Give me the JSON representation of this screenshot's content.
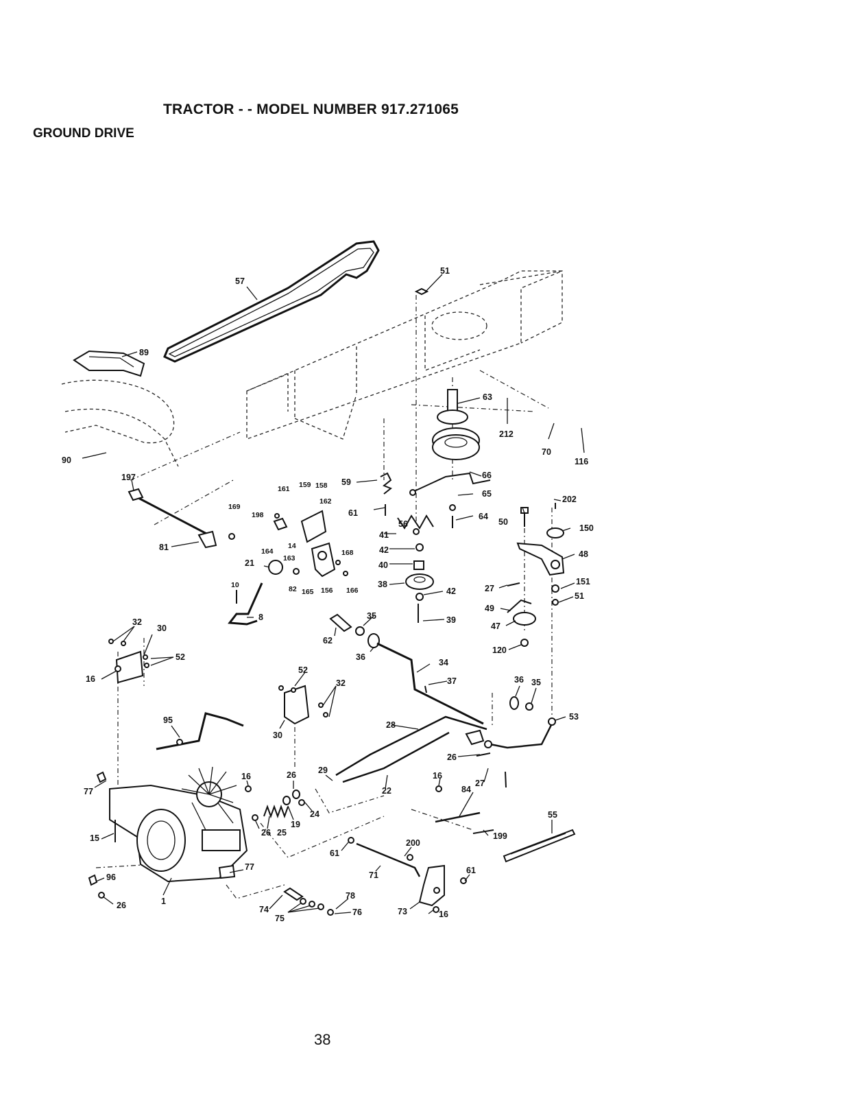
{
  "header": {
    "title": "TRACTOR - - MODEL NUMBER 917.271065",
    "subtitle": "GROUND DRIVE"
  },
  "footer": {
    "page_number": "38"
  },
  "callouts": [
    {
      "id": "c57",
      "text": "57"
    },
    {
      "id": "c51a",
      "text": "51"
    },
    {
      "id": "c89",
      "text": "89"
    },
    {
      "id": "c63",
      "text": "63"
    },
    {
      "id": "c212",
      "text": "212"
    },
    {
      "id": "c70",
      "text": "70"
    },
    {
      "id": "c116",
      "text": "116"
    },
    {
      "id": "c90",
      "text": "90"
    },
    {
      "id": "c197",
      "text": "197"
    },
    {
      "id": "c161",
      "text": "161"
    },
    {
      "id": "c159",
      "text": "159"
    },
    {
      "id": "c158",
      "text": "158"
    },
    {
      "id": "c162",
      "text": "162"
    },
    {
      "id": "c169",
      "text": "169"
    },
    {
      "id": "c198",
      "text": "198"
    },
    {
      "id": "c59",
      "text": "59"
    },
    {
      "id": "c66",
      "text": "66"
    },
    {
      "id": "c65",
      "text": "65"
    },
    {
      "id": "c202",
      "text": "202"
    },
    {
      "id": "c150",
      "text": "150"
    },
    {
      "id": "c61a",
      "text": "61"
    },
    {
      "id": "c56",
      "text": "56"
    },
    {
      "id": "c64",
      "text": "64"
    },
    {
      "id": "c50",
      "text": "50"
    },
    {
      "id": "c81",
      "text": "81"
    },
    {
      "id": "c164",
      "text": "164"
    },
    {
      "id": "c14",
      "text": "14"
    },
    {
      "id": "c163",
      "text": "163"
    },
    {
      "id": "c41",
      "text": "41"
    },
    {
      "id": "c168",
      "text": "168"
    },
    {
      "id": "c42a",
      "text": "42"
    },
    {
      "id": "c48",
      "text": "48"
    },
    {
      "id": "c21",
      "text": "21"
    },
    {
      "id": "c40",
      "text": "40"
    },
    {
      "id": "c10",
      "text": "10"
    },
    {
      "id": "c82",
      "text": "82"
    },
    {
      "id": "c165",
      "text": "165"
    },
    {
      "id": "c156",
      "text": "156"
    },
    {
      "id": "c166",
      "text": "166"
    },
    {
      "id": "c38",
      "text": "38"
    },
    {
      "id": "c42b",
      "text": "42"
    },
    {
      "id": "c27a",
      "text": "27"
    },
    {
      "id": "c151",
      "text": "151"
    },
    {
      "id": "c51b",
      "text": "51"
    },
    {
      "id": "c8",
      "text": "8"
    },
    {
      "id": "c49",
      "text": "49"
    },
    {
      "id": "c47",
      "text": "47"
    },
    {
      "id": "c35a",
      "text": "35"
    },
    {
      "id": "c39",
      "text": "39"
    },
    {
      "id": "c32a",
      "text": "32"
    },
    {
      "id": "c30a",
      "text": "30"
    },
    {
      "id": "c62",
      "text": "62"
    },
    {
      "id": "c120",
      "text": "120"
    },
    {
      "id": "c52a",
      "text": "52"
    },
    {
      "id": "c36a",
      "text": "36"
    },
    {
      "id": "c34",
      "text": "34"
    },
    {
      "id": "c16a",
      "text": "16"
    },
    {
      "id": "c52b",
      "text": "52"
    },
    {
      "id": "c37",
      "text": "37"
    },
    {
      "id": "c36b",
      "text": "36"
    },
    {
      "id": "c35b",
      "text": "35"
    },
    {
      "id": "c32b",
      "text": "32"
    },
    {
      "id": "c53",
      "text": "53"
    },
    {
      "id": "c95",
      "text": "95"
    },
    {
      "id": "c28",
      "text": "28"
    },
    {
      "id": "c30b",
      "text": "30"
    },
    {
      "id": "c26a",
      "text": "26"
    },
    {
      "id": "c29",
      "text": "29"
    },
    {
      "id": "c26b",
      "text": "26"
    },
    {
      "id": "c16b",
      "text": "16"
    },
    {
      "id": "c77a",
      "text": "77"
    },
    {
      "id": "c16c",
      "text": "16"
    },
    {
      "id": "c27b",
      "text": "27"
    },
    {
      "id": "c84",
      "text": "84"
    },
    {
      "id": "c22",
      "text": "22"
    },
    {
      "id": "c24",
      "text": "24"
    },
    {
      "id": "c26c",
      "text": "26"
    },
    {
      "id": "c25",
      "text": "25"
    },
    {
      "id": "c19",
      "text": "19"
    },
    {
      "id": "c55",
      "text": "55"
    },
    {
      "id": "c199",
      "text": "199"
    },
    {
      "id": "c15",
      "text": "15"
    },
    {
      "id": "c200",
      "text": "200"
    },
    {
      "id": "c61b",
      "text": "61"
    },
    {
      "id": "c71",
      "text": "71"
    },
    {
      "id": "c61c",
      "text": "61"
    },
    {
      "id": "c77b",
      "text": "77"
    },
    {
      "id": "c96",
      "text": "96"
    },
    {
      "id": "c78",
      "text": "78"
    },
    {
      "id": "c1",
      "text": "1"
    },
    {
      "id": "c26d",
      "text": "26"
    },
    {
      "id": "c74",
      "text": "74"
    },
    {
      "id": "c76",
      "text": "76"
    },
    {
      "id": "c75",
      "text": "75"
    },
    {
      "id": "c73",
      "text": "73"
    },
    {
      "id": "c16d",
      "text": "16"
    }
  ]
}
